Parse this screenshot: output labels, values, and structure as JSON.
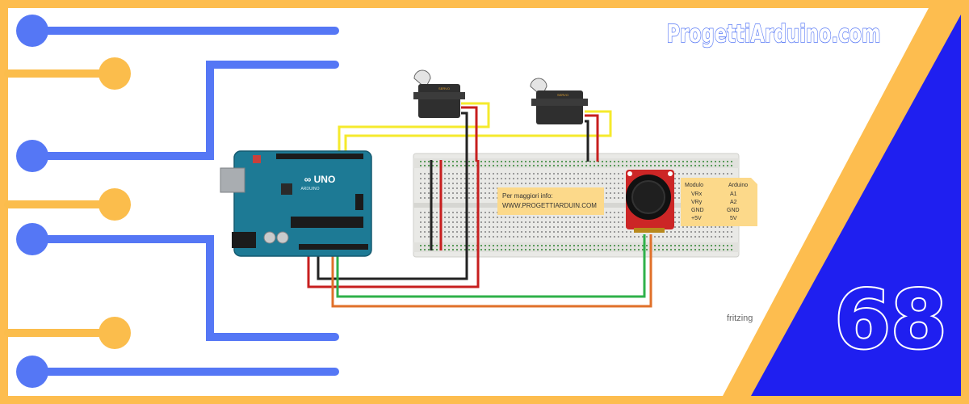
{
  "branding": {
    "site_title": "ProgettiArduino.com",
    "episode_number": "68"
  },
  "colors": {
    "frame_yellow": "#fdbd4f",
    "triangle_blue": "#1f1ff0",
    "circuit_blue": "#5577f5",
    "circuit_yellow": "#fbbd4c",
    "arduino_teal": "#1d7a95",
    "breadboard": "#e9e9e6",
    "wire_yellow": "#f5ea2c",
    "wire_red": "#c71f1f",
    "wire_black": "#222222",
    "wire_green": "#2fb14a",
    "wire_orange": "#e0702a",
    "joystick_red": "#cc2626",
    "note_yellow": "#fcd98a"
  },
  "diagram": {
    "arduino": {
      "brand_label": "∞ UNO",
      "sub_label": "ARDUINO"
    },
    "servo_label": "SERVO",
    "note_info": {
      "line1": "Per maggiori info:",
      "line2": "WWW.PROGETTIARDUIN.COM"
    },
    "pin_table": {
      "header": [
        "Modulo",
        "Arduino"
      ],
      "rows": [
        [
          "VRx",
          "A1"
        ],
        [
          "VRy",
          "A2"
        ],
        [
          "GND",
          "GND"
        ],
        [
          "+5V",
          "5V"
        ]
      ]
    },
    "watermark": "fritzing"
  }
}
